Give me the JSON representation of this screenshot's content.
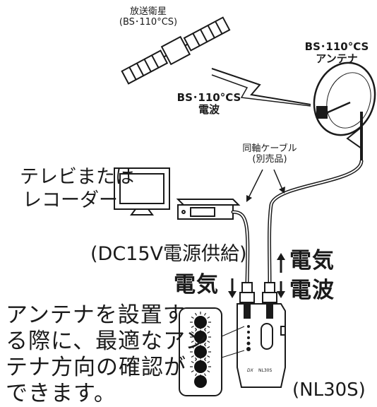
{
  "labels": {
    "satellite_line1": "放送衛星",
    "satellite_line2": "(BS･110°CS)",
    "signal_line1": "BS･110°CS",
    "signal_line2": "電波",
    "antenna_line1": "BS･110°CS",
    "antenna_line2": "アンテナ",
    "cable_line1": "同軸ケーブル",
    "cable_line2": "(別売品)",
    "tv_line1": "テレビまたは",
    "tv_line2": "レコーダー",
    "power_supply": "(DC15V電源供給)",
    "power_up": "電気",
    "wave_up": "電波",
    "power_left": "電気",
    "model": "(NL30S)"
  },
  "description": {
    "line1": "アンテナを設置す",
    "line2": "る際に、最適なアン",
    "line3": "テナ方向の確認が",
    "line4": "できます。"
  },
  "indicator": {
    "levels_total": 5,
    "levels_lit": 4
  },
  "device": {
    "brand_mark": "DX",
    "model_mark": "NL30S"
  },
  "colors": {
    "ink": "#1a1a1a",
    "panel_fill": "#ffffff",
    "led_on": "#111111"
  }
}
